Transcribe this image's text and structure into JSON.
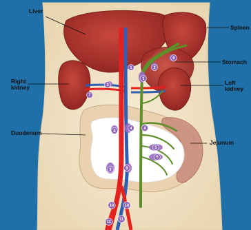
{
  "labels": {
    "liver": "Liver",
    "spleen": "Spleen",
    "stomach": "Stomach",
    "right_kidney_line1": "Right",
    "right_kidney_line2": "kidney",
    "left_kidney_line1": "Left",
    "left_kidney_line2": "kidney",
    "duodenum": "Duodenum",
    "jejunum": "Jejunum"
  },
  "markers": [
    {
      "id": "m1a",
      "text": "1"
    },
    {
      "id": "m1b",
      "text": "1"
    },
    {
      "id": "m2",
      "text": "2"
    },
    {
      "id": "m3",
      "text": "3"
    },
    {
      "id": "m4a",
      "text": "4"
    },
    {
      "id": "m4b",
      "text": "4"
    },
    {
      "id": "m5a",
      "text": "5"
    },
    {
      "id": "m5b",
      "text": "5"
    },
    {
      "id": "m6",
      "text": "6"
    },
    {
      "id": "m7",
      "text": "7"
    },
    {
      "id": "m8",
      "text": "8"
    },
    {
      "id": "m9a",
      "text": "9"
    },
    {
      "id": "m9b",
      "text": "9"
    },
    {
      "id": "m10a",
      "text": "10"
    },
    {
      "id": "m10b",
      "text": "10"
    },
    {
      "id": "m11a",
      "text": "11"
    },
    {
      "id": "m11b",
      "text": "11"
    }
  ],
  "colors": {
    "background": "#1f6fa8",
    "body": "#f2e6cc",
    "organ": "#a8332c",
    "artery": "#e3211e",
    "vein": "#2f5fb0",
    "vessel_green": "#5f8f2a",
    "lymph_node": "#9a6bc0"
  }
}
